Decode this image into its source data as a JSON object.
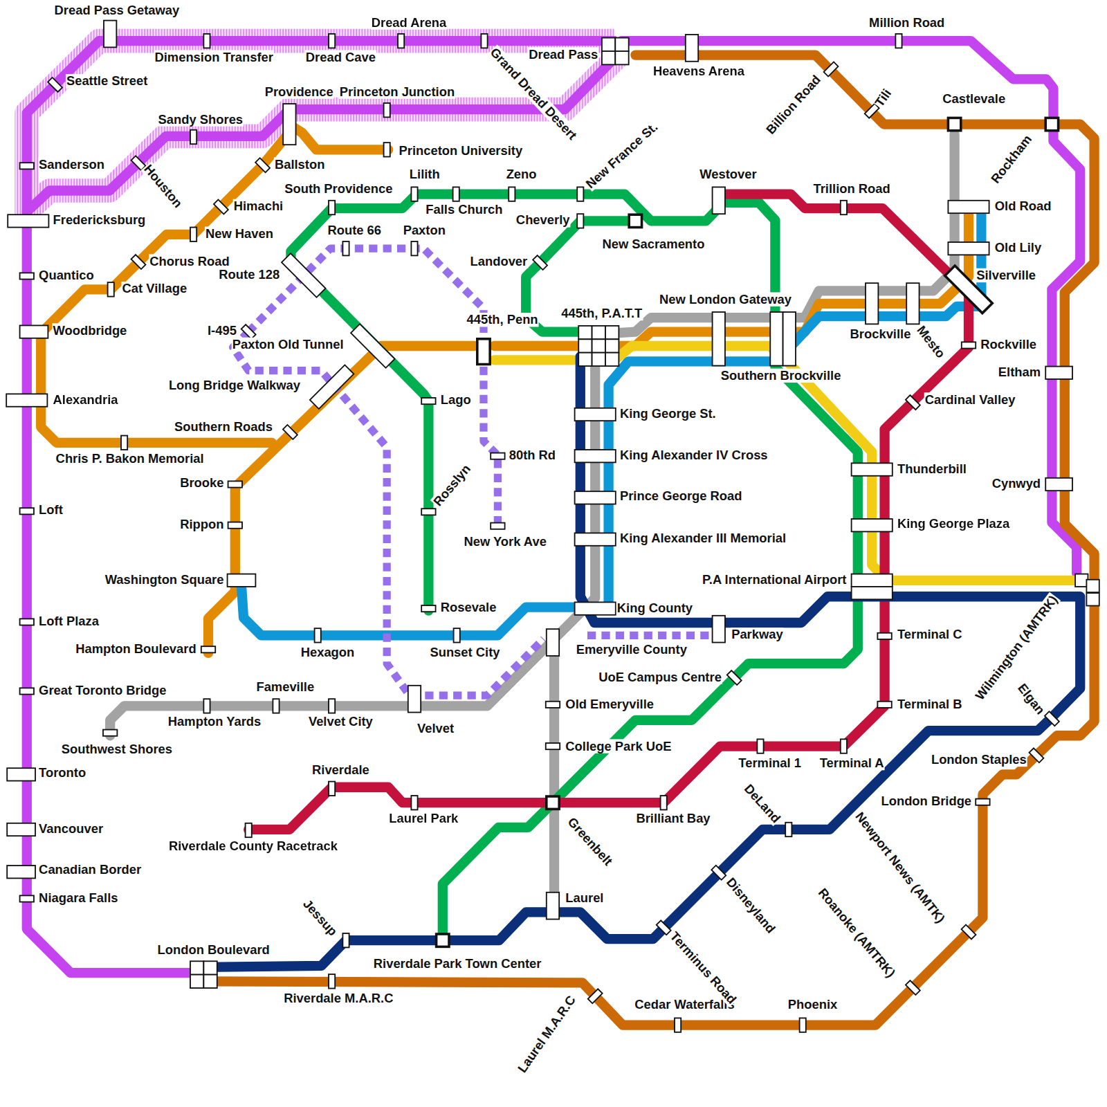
{
  "diagram": {
    "labels": [
      "Dread Pass Getaway",
      "Dimension Transfer",
      "Dread Cave",
      "Dread Arena",
      "Grand Dread Desert",
      "Dread Pass",
      "Heavens Arena",
      "Million Road",
      "Billion Road",
      "Tili",
      "Castlevale",
      "Rockham",
      "Old Road",
      "Old Lily",
      "Silverville",
      "Rockville",
      "Mesto",
      "Brockville",
      "New London Gateway",
      "Southern Brockville",
      "Eltham",
      "Cardinal Valley",
      "Thunderbill",
      "Cynwyd",
      "King George Plaza",
      "P.A International Airport",
      "Terminal C",
      "Terminal B",
      "Wilmington (AMTRK)",
      "Elgan",
      "London Staples",
      "London Bridge",
      "Newport News (AMTK)",
      "Roanoke (AMTRK)",
      "Phoenix",
      "Cedar Waterfalls",
      "Laurel M.A.R.C",
      "Terminus Road",
      "Disneyland",
      "DeLand",
      "Terminal 1",
      "Terminal A",
      "Brilliant Bay",
      "Greenbelt",
      "Laurel",
      "Riverdale Park Town Center",
      "Jessup",
      "London Boulevard",
      "Riverdale M.A.R.C",
      "Riverdale County Racetrack",
      "Riverdale",
      "Laurel Park",
      "College Park UoE",
      "Old Emeryville",
      "UoE Campus Centre",
      "Emeryville County",
      "Parkway",
      "King County",
      "King Alexander III Memorial",
      "Prince George Road",
      "King Alexander IV Cross",
      "King George St.",
      "445th, P.A.T.T",
      "445th, Penn",
      "80th Rd",
      "New York Ave",
      "Rosslyn",
      "Lago",
      "Rosevale",
      "Sunset City",
      "Hexagon",
      "Velvet",
      "Velvet City",
      "Fameville",
      "Hampton Yards",
      "Southwest Shores",
      "Great Toronto Bridge",
      "Hampton Boulevard",
      "Washington Square",
      "Rippon",
      "Brooke",
      "Loft Plaza",
      "Loft",
      "Southern Roads",
      "Chris P. Bakon Memorial",
      "Long Bridge Walkway",
      "Paxton Old Tunnel",
      "I-495",
      "Route 128",
      "Route 66",
      "Paxton",
      "Landover",
      "Cheverly",
      "New Sacramento",
      "New France St.",
      "Zeno",
      "Lilith",
      "Falls Church",
      "South Providence",
      "Westover",
      "Trillion Road",
      "Princeton Junction",
      "Providence",
      "Princeton University",
      "Sandy Shores",
      "Houston",
      "Ballston",
      "Himachi",
      "New Haven",
      "Chorus Road",
      "Cat Village",
      "Woodbridge",
      "Alexandria",
      "Quantico",
      "Fredericksburg",
      "Sanderson",
      "Seattle Street",
      "Toronto",
      "Vancouver",
      "Canadian Border",
      "Niagara Falls"
    ]
  }
}
